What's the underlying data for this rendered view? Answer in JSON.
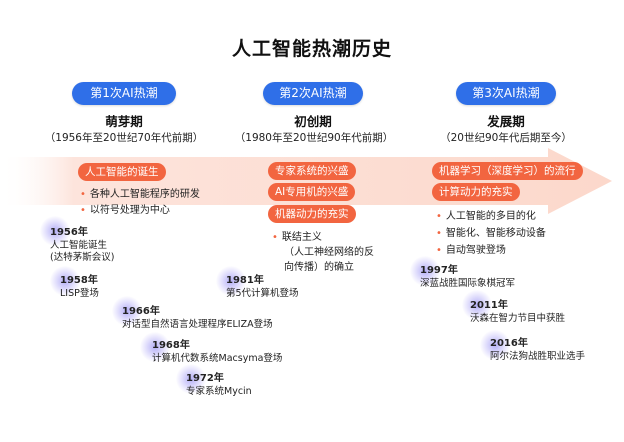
{
  "title": "人工智能热潮历史",
  "colors": {
    "wave_pill": "#2f6fe8",
    "tag": "#f26540",
    "band": "#fde4dc",
    "glow": "#7a6ff0"
  },
  "waves": [
    {
      "label": "第1次AI热潮",
      "era": "萌芽期",
      "range": "（1956年至20世纪70年代前期）",
      "tags": [
        "人工智能的诞生"
      ],
      "bullets": [
        "各种人工智能程序的研发",
        "以符号处理为中心"
      ],
      "events": [
        {
          "year": "1956年",
          "lines": [
            "人工智能诞生",
            "(达特茅斯会议)"
          ]
        },
        {
          "year": "1958年",
          "lines": [
            "LISP登场"
          ]
        },
        {
          "year": "1966年",
          "lines": [
            "对话型自然语言处理程序ELIZA登场"
          ]
        },
        {
          "year": "1968年",
          "lines": [
            "计算机代数系统Macsyma登场"
          ]
        },
        {
          "year": "1972年",
          "lines": [
            "专家系统Mycin"
          ]
        }
      ]
    },
    {
      "label": "第2次AI热潮",
      "era": "初创期",
      "range": "（1980年至20世纪90年代前期）",
      "tags": [
        "专家系统的兴盛",
        "AI专用机的兴盛",
        "机器动力的充实"
      ],
      "bullets": [
        "联结主义",
        "（人工神经网络的反",
        "向传播）的确立"
      ],
      "events": [
        {
          "year": "1981年",
          "lines": [
            "第5代计算机登场"
          ]
        }
      ]
    },
    {
      "label": "第3次AI热潮",
      "era": "发展期",
      "range": "（20世纪90年代后期至今）",
      "tags": [
        "机器学习（深度学习）的流行",
        "计算动力的充实"
      ],
      "bullets": [
        "人工智能的多目的化",
        "智能化、智能移动设备",
        "自动驾驶登场"
      ],
      "events": [
        {
          "year": "1997年",
          "lines": [
            "深蓝战胜国际象棋冠军"
          ]
        },
        {
          "year": "2011年",
          "lines": [
            "沃森在智力节目中获胜"
          ]
        },
        {
          "year": "2016年",
          "lines": [
            "阿尔法狗战胜职业选手"
          ]
        }
      ]
    }
  ]
}
